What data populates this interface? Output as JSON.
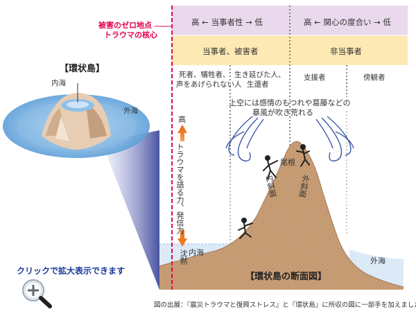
{
  "header": {
    "core_label": "被害のゼロ地点",
    "core_label2": "トラウマの核心",
    "row1": [
      "高 ← 当事者性 → 低",
      "高 ← 関心の度合い → 低"
    ],
    "row2": [
      "当事者、被害者",
      "非当事者"
    ],
    "row3": [
      {
        "line1": "死者、犠牲者、",
        "line2": "声をあげられない人"
      },
      {
        "line1": "生き延びた人、",
        "line2": "生還者"
      },
      {
        "line1": "支援者",
        "line2": ""
      },
      {
        "line1": "傍観者",
        "line2": ""
      }
    ]
  },
  "island": {
    "title": "【環状島】",
    "inner_sea": "内海",
    "outer_sea": "外海"
  },
  "section": {
    "weather_line1": "上空には感情のもつれや葛藤などの",
    "weather_line2": "暴風が吹き荒れる",
    "ridge": "尾根",
    "inner_slope": "内斜面",
    "outer_slope": "外斜面",
    "inner_sea": "内海",
    "outer_sea": "外海",
    "caption": "【環状島の断面図】",
    "axis_high": "高",
    "axis_label": "トラウマを語る力、発信力",
    "axis_low": "沈黙"
  },
  "ui": {
    "zoom_label": "クリックで拡大表示できます",
    "source_note": "図の出展：『震災トラウマと復興ストレス』と『環状島』に所収の図に一部手を加えました。"
  },
  "colors": {
    "header_pink": "#ead9ec",
    "header_yellow": "#fde9b4",
    "mountain": "#c9a07a",
    "sea": "#dceaf7",
    "core_red": "#e4004f",
    "arrow_orange": "#f07a1c"
  }
}
